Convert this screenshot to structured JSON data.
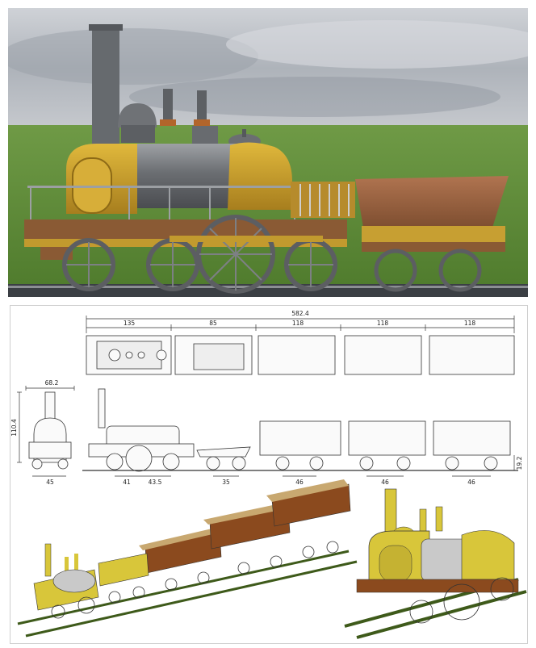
{
  "photo": {
    "subject": "3d-render-steam-locomotive-with-tender",
    "colors": {
      "body": "#c9a22b",
      "boiler": "#7b7d80",
      "frame": "#8a5a34",
      "tender": "#9a6340",
      "grass": "#5c8a3a",
      "sky": "#b9bdc4"
    }
  },
  "drawing": {
    "dimensions": {
      "overall_length": "582.4",
      "segment_top": [
        "135",
        "85",
        "118",
        "118",
        "118"
      ],
      "front_width": "68.2",
      "front_height": "110.4",
      "front_base": "45",
      "wheel_spacing": [
        "41",
        "43.5",
        "35",
        "46",
        "46",
        "46"
      ],
      "rail_height": "19.2"
    },
    "colors": {
      "line": "#333333",
      "loco_yellow": "#d8c63a",
      "car_brown": "#8b4a1e",
      "car_roof": "#c8a870",
      "rail": "#3e5a1a"
    }
  }
}
